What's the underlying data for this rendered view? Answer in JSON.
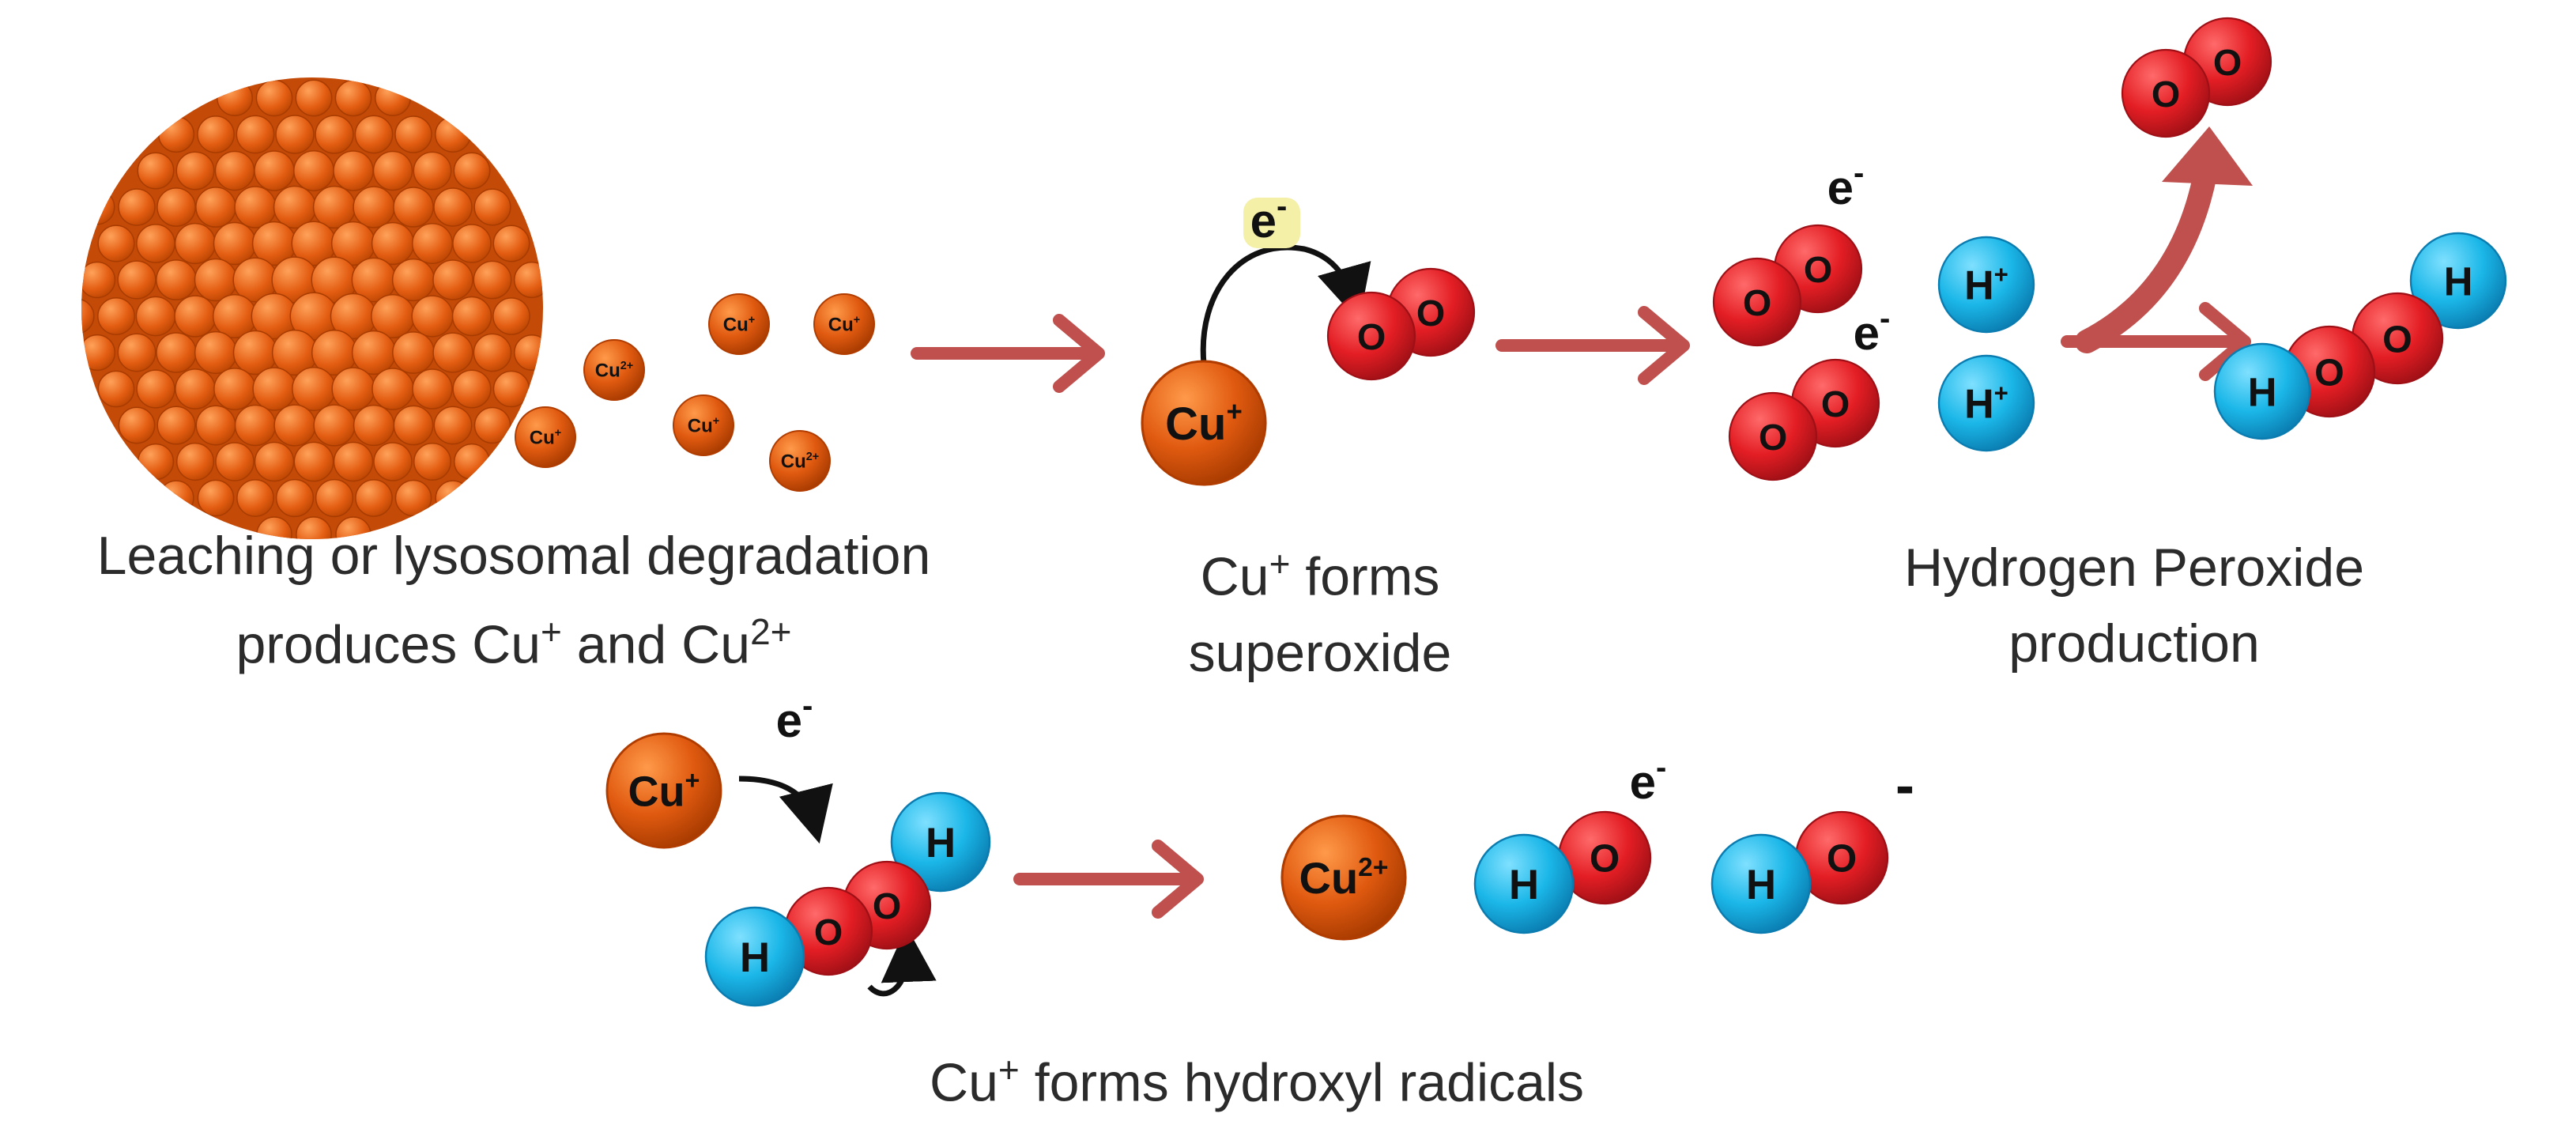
{
  "colors": {
    "copper": "#e05a10",
    "copper_dark": "#b03c00",
    "oxygen": "#e31e24",
    "oxygen_dark": "#9e1016",
    "hydrogen": "#1bb7e8",
    "hydrogen_dark": "#0a7cb0",
    "arrow": "#c0504d",
    "electron_bg": "#f5f0a8",
    "text": "#2b2b2b"
  },
  "atoms": {
    "cu_plus": "Cu",
    "cu_plus_sup": "+",
    "cu_2plus": "Cu",
    "cu_2plus_sup": "2+",
    "oxygen": "O",
    "hydrogen": "H",
    "h_plus": "H",
    "h_plus_sup": "+"
  },
  "electron": "e",
  "electron_sup": "-",
  "minus_sign": "-",
  "steps": {
    "step1": {
      "line1": "Leaching or lysosomal degradation",
      "line2_a": "produces Cu",
      "line2_sup1": "+",
      "line2_b": " and Cu",
      "line2_sup2": "2+"
    },
    "step2": {
      "line1_a": "Cu",
      "line1_sup": "+",
      "line1_b": " forms",
      "line2": "superoxide"
    },
    "step3": {
      "line1": "Hydrogen Peroxide",
      "line2": "production"
    },
    "step4": {
      "line1_a": "Cu",
      "line1_sup": "+",
      "line1_b": " forms hydroxyl radicals"
    }
  }
}
